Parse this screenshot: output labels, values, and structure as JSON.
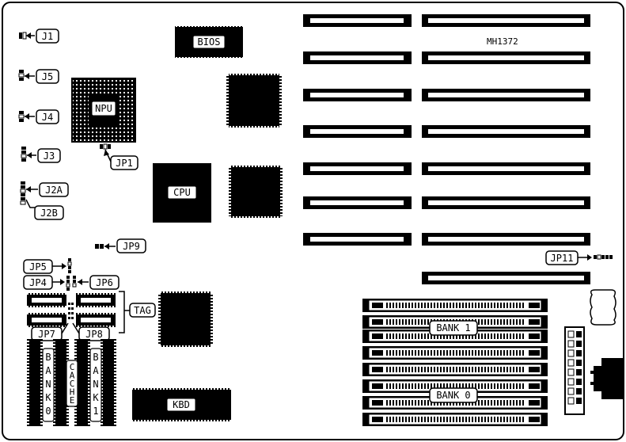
{
  "board": {
    "model": "MH1372",
    "bios": "BIOS",
    "npu": "NPU",
    "cpu": "CPU",
    "kbd": "KBD",
    "tag": "TAG",
    "cache": "CACHE",
    "bank0": "BANK 0",
    "bank1": "BANK 1",
    "bank0_vertical": "BANK0",
    "bank1_vertical": "BANK1"
  },
  "jumpers": {
    "j1": "J1",
    "j5": "J5",
    "j4": "J4",
    "j3": "J3",
    "j2a": "J2A",
    "j2b": "J2B",
    "jp1": "JP1",
    "jp9": "JP9",
    "jp5": "JP5",
    "jp4": "JP4",
    "jp6": "JP6",
    "jp7": "JP7",
    "jp8": "JP8",
    "jp11": "JP11"
  },
  "colors": {
    "ink": "#000000",
    "paper": "#ffffff"
  }
}
